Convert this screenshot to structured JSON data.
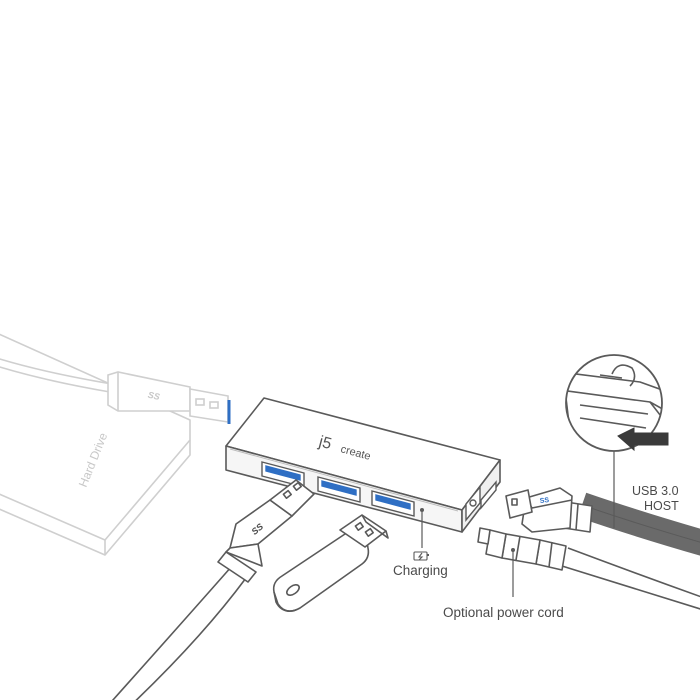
{
  "hard_drive": {
    "label": "Hard Drive"
  },
  "hub": {
    "brand_prefix": "j5",
    "brand_suffix": "create"
  },
  "usb_logo_text": "SS",
  "callouts": {
    "charging": "Charging",
    "host_line1": "USB 3.0",
    "host_line2": "HOST",
    "power_cord": "Optional power cord"
  },
  "colors": {
    "line": "#5a5a5a",
    "faint_line": "#cfcfcf",
    "usb3_blue": "#2f6fc4",
    "cable_dark": "#6a6a6a",
    "arrow": "#3a3a3a"
  }
}
